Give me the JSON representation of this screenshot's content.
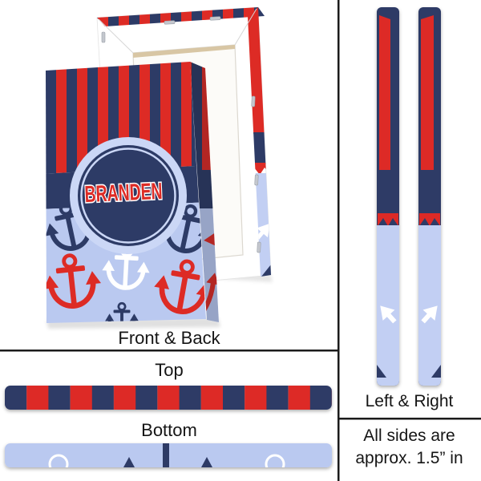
{
  "personalization": {
    "name": "BRANDEN"
  },
  "views": {
    "front_back_label": "Front & Back",
    "top_label": "Top",
    "bottom_label": "Bottom",
    "left_right_label": "Left & Right"
  },
  "note": {
    "line1": "All sides are",
    "line2": "approx. 1.5” in"
  },
  "colors": {
    "navy": "#2d3b66",
    "red": "#dd2b25",
    "light_blue": "#bac9f0",
    "strip_blue": "#c2cff3",
    "pale_ring": "#cbd7f6",
    "divider": "#1b1b1b"
  }
}
